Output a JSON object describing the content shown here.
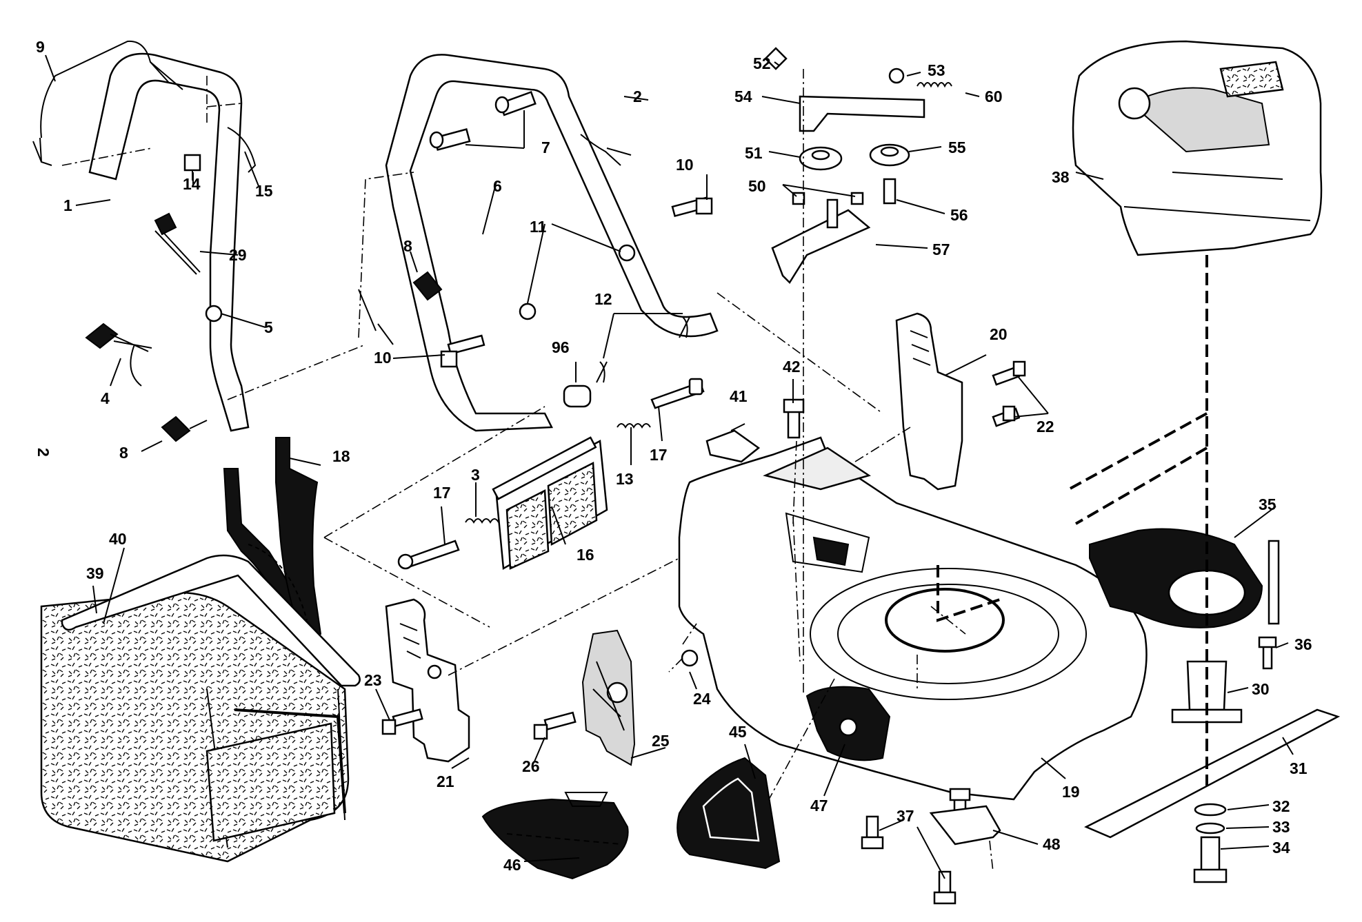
{
  "callouts": [
    {
      "id": "c1",
      "text": "1"
    },
    {
      "id": "c2",
      "text": "2"
    },
    {
      "id": "c3",
      "text": "3"
    },
    {
      "id": "c4",
      "text": "4"
    },
    {
      "id": "c5",
      "text": "5"
    },
    {
      "id": "c6",
      "text": "6"
    },
    {
      "id": "c7",
      "text": "7"
    },
    {
      "id": "c8a",
      "text": "8"
    },
    {
      "id": "c8b",
      "text": "8"
    },
    {
      "id": "c9",
      "text": "9"
    },
    {
      "id": "c10a",
      "text": "10"
    },
    {
      "id": "c10b",
      "text": "10"
    },
    {
      "id": "c11",
      "text": "11"
    },
    {
      "id": "c12",
      "text": "12"
    },
    {
      "id": "c13",
      "text": "13"
    },
    {
      "id": "c14",
      "text": "14"
    },
    {
      "id": "c15",
      "text": "15"
    },
    {
      "id": "c16",
      "text": "16"
    },
    {
      "id": "c17a",
      "text": "17"
    },
    {
      "id": "c17b",
      "text": "17"
    },
    {
      "id": "c18",
      "text": "18"
    },
    {
      "id": "c19",
      "text": "19"
    },
    {
      "id": "c20",
      "text": "20"
    },
    {
      "id": "c21",
      "text": "21"
    },
    {
      "id": "c22",
      "text": "22"
    },
    {
      "id": "c23",
      "text": "23"
    },
    {
      "id": "c24",
      "text": "24"
    },
    {
      "id": "c25",
      "text": "25"
    },
    {
      "id": "c26",
      "text": "26"
    },
    {
      "id": "c29",
      "text": "29"
    },
    {
      "id": "c30",
      "text": "30"
    },
    {
      "id": "c31",
      "text": "31"
    },
    {
      "id": "c32",
      "text": "32"
    },
    {
      "id": "c33",
      "text": "33"
    },
    {
      "id": "c34",
      "text": "34"
    },
    {
      "id": "c35",
      "text": "35"
    },
    {
      "id": "c36",
      "text": "36"
    },
    {
      "id": "c37",
      "text": "37"
    },
    {
      "id": "c38",
      "text": "38"
    },
    {
      "id": "c39",
      "text": "39"
    },
    {
      "id": "c40",
      "text": "40"
    },
    {
      "id": "c41",
      "text": "41"
    },
    {
      "id": "c42",
      "text": "42"
    },
    {
      "id": "c45",
      "text": "45"
    },
    {
      "id": "c46",
      "text": "46"
    },
    {
      "id": "c47",
      "text": "47"
    },
    {
      "id": "c48",
      "text": "48"
    },
    {
      "id": "c50",
      "text": "50"
    },
    {
      "id": "c51",
      "text": "51"
    },
    {
      "id": "c52",
      "text": "52"
    },
    {
      "id": "c53",
      "text": "53"
    },
    {
      "id": "c54",
      "text": "54"
    },
    {
      "id": "c55",
      "text": "55"
    },
    {
      "id": "c56",
      "text": "56"
    },
    {
      "id": "c57",
      "text": "57"
    },
    {
      "id": "c60",
      "text": "60"
    },
    {
      "id": "c96",
      "text": "96"
    }
  ],
  "page_marker": "2",
  "colors": {
    "ink": "#000000",
    "paper": "#ffffff"
  }
}
